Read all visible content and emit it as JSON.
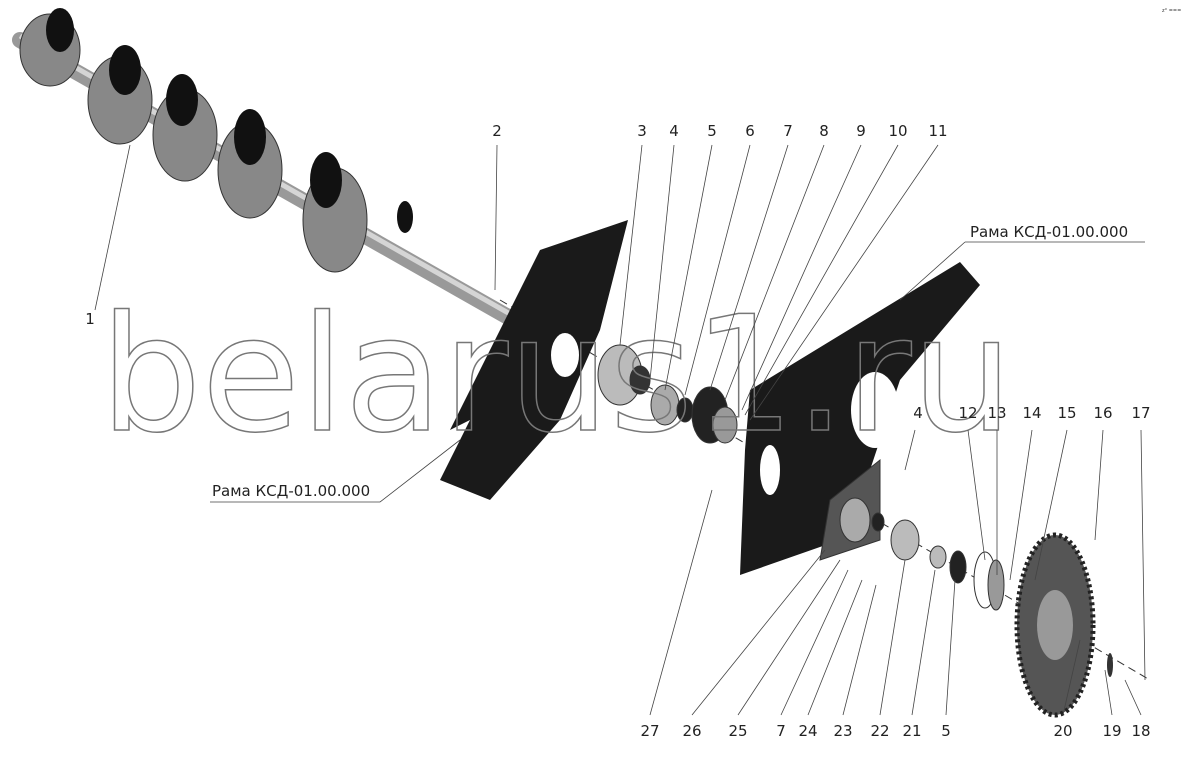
{
  "corner_mark": "z° ===",
  "watermark": "belarus1.ru",
  "frame_labels": {
    "upper_right": "Рама КСД-01.00.000",
    "lower_left": "Рама КСД-01.00.000"
  },
  "callouts": {
    "top": [
      "2",
      "3",
      "4",
      "5",
      "6",
      "7",
      "8",
      "9",
      "10",
      "11"
    ],
    "left": "1",
    "middle": [
      "4",
      "12",
      "13",
      "14",
      "15",
      "16",
      "17"
    ],
    "bottom": [
      "27",
      "26",
      "25",
      "7",
      "24",
      "23",
      "22",
      "21",
      "5",
      "20",
      "19",
      "18"
    ]
  }
}
